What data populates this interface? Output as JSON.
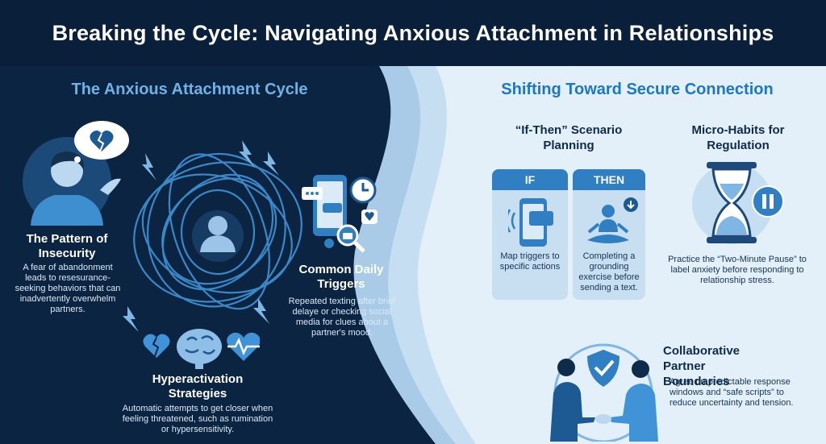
{
  "title": "Breaking the Cycle: Navigating Anxious Attachment in Relationships",
  "left": {
    "title": "The Anxious Attachment Cycle",
    "insecurity": {
      "heading": "The Pattern of Insecurity",
      "text": "A fear of abandonment leads to resesurance-seeking behaviors that can inadvertently overwhelm partners."
    },
    "triggers": {
      "heading": "Common Daily Triggers",
      "text": "Repeated texting after brief delaye or checking social media for clues about a partner's mood."
    },
    "hyperactivation": {
      "heading": "Hyperactivation Strategies",
      "text": "Automatic attempts to get closer when feeling threatened, such as rumination or hypersensitivity."
    }
  },
  "right": {
    "title": "Shifting Toward Secure Connection",
    "if_then": {
      "heading": "“If-Then” Scenario Planning",
      "if_label": "IF",
      "then_label": "THEN",
      "if_text": "Map triggers to specific actions",
      "then_text": "Completing a grounding exercise before sending a text."
    },
    "micro": {
      "heading": "Micro-Habits for Regulation",
      "text": "Practice the “Two-Minute Pause” to label anxiety before responding to relationship stress."
    },
    "boundaries": {
      "heading": "Collaborative Partner Boundaries",
      "text": "Agree on predictable response windows and “safe scripts” to reduce uncertainty and tension."
    }
  },
  "colors": {
    "dark_navy": "#0b2442",
    "title_bar": "#0a1f3a",
    "light_panel": "#dcebf7",
    "accent_blue": "#2f7fc2",
    "left_title": "#6fb2e6",
    "right_title": "#1d77c4"
  },
  "icons": [
    "broken-heart-icon",
    "person-worried-icon",
    "swirl-icon",
    "phone-icon",
    "clock-icon",
    "magnifier-icon",
    "brain-icon",
    "heartbeat-icon",
    "hourglass-icon",
    "pause-icon",
    "meditating-person-icon",
    "shield-check-icon",
    "handshake-icon"
  ]
}
